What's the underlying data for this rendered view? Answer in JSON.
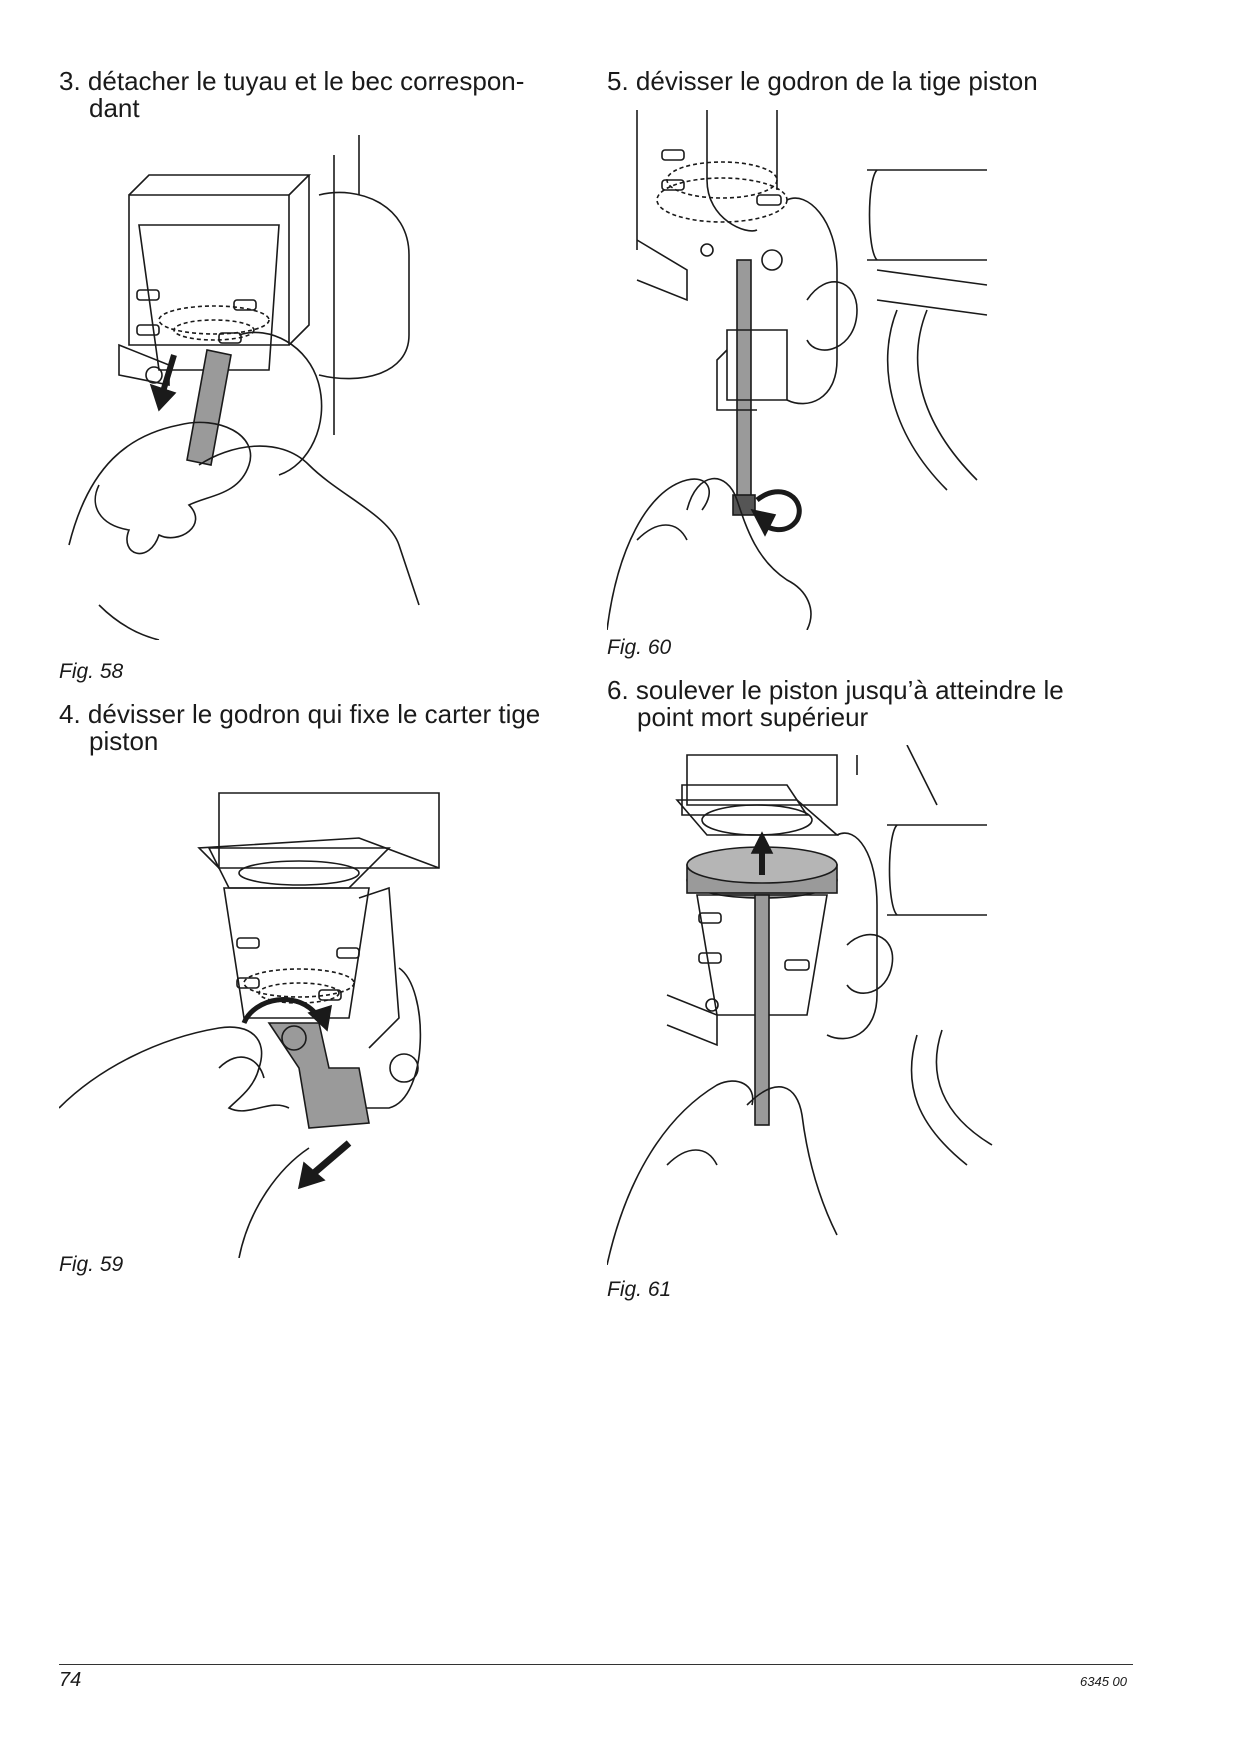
{
  "steps": [
    {
      "number": "3.",
      "line1": "détacher le tuyau et le bec correspon-",
      "line2": "dant",
      "figure": "Fig. 58"
    },
    {
      "number": "4.",
      "line1": "dévisser le godron qui fixe le carter tige",
      "line2": "piston",
      "figure": "Fig. 59"
    },
    {
      "number": "5.",
      "line1": "dévisser le godron de la tige piston",
      "line2": "",
      "figure": "Fig. 60"
    },
    {
      "number": "6.",
      "line1": "soulever le piston jusqu’à atteindre le",
      "line2": "point mort supérieur",
      "figure": "Fig. 61"
    }
  ],
  "footer": {
    "page_number": "74",
    "document_code": "6345 00"
  },
  "colors": {
    "line_art": "#1a1a1a",
    "highlight_grey": "#9a9a9a"
  }
}
